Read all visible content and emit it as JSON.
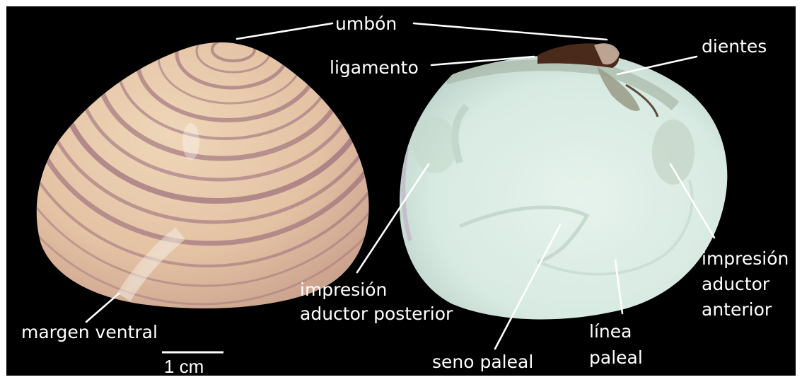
{
  "labels": {
    "umbon": "umbón",
    "ligamento": "ligamento",
    "dientes": "dientes",
    "margen_ventral": "margen ventral",
    "impresion_posterior_line1": "impresión",
    "impresion_posterior_line2": "aductor posterior",
    "impresion_anterior_line1": "impresión",
    "impresion_anterior_line2": "aductor",
    "impresion_anterior_line3": "anterior",
    "seno_paleal": "seno paleal",
    "linea_paleal_line1": "línea",
    "linea_paleal_line2": "paleal"
  },
  "scale_bar": {
    "label": "1 cm"
  },
  "colors": {
    "background": "#000000",
    "frame": "#ffffff",
    "label_text": "#ffffff",
    "shell_exterior_base": "#e7c7a8",
    "shell_exterior_bands": "#8e5e73",
    "shell_interior": "#dfefe7",
    "hinge": "#9a9a86",
    "ligament": "#4a2a1a"
  }
}
